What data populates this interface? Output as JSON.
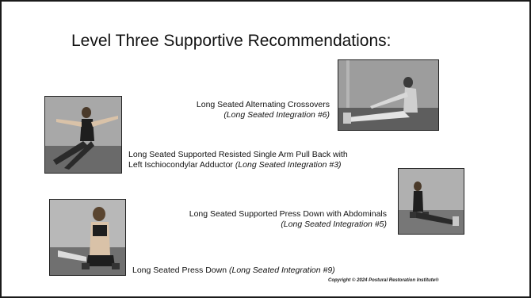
{
  "slide": {
    "title": "Level Three Supportive Recommendations:",
    "items": [
      {
        "label": "Long Seated Alternating Crossovers",
        "ref": "(Long Seated Integration #6)"
      },
      {
        "label_line1": "Long Seated Supported Resisted Single Arm Pull Back with",
        "label_line2": "Left Ischiocondylar Adductor ",
        "ref": "(Long Seated Integration #3)"
      },
      {
        "label": "Long Seated Supported Press Down with Abdominals",
        "ref": "(Long Seated Integration #5)"
      },
      {
        "label": "Long Seated Press Down ",
        "ref": "(Long Seated Integration #9)"
      }
    ],
    "copyright": "Copyright © 2024 Postural Restoration Institute®"
  }
}
